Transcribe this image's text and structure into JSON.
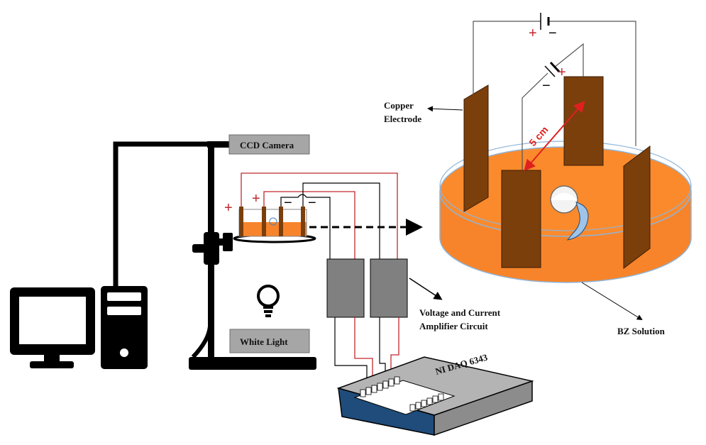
{
  "labels": {
    "ccd_camera": "CCD Camera",
    "white_light": "White Light",
    "amplifier_line1": "Voltage and Current",
    "amplifier_line2": "Amplifier  Circuit",
    "daq": "NI DAQ 6343",
    "copper_line1": "Copper",
    "copper_line2": "Electrode",
    "bz_solution": "BZ Solution",
    "distance": "5 cm"
  },
  "signs": {
    "plus": "+",
    "minus": "−"
  },
  "colors": {
    "bz_orange": "#f7842a",
    "copper_brown": "#7b3f0c",
    "wire_red": "#c0282c",
    "label_box_gray": "#a6a6a6",
    "amplifier_gray": "#808080",
    "dish_rim": "#8fb4d8"
  },
  "icons": [
    "computer-monitor-icon",
    "computer-tower-icon",
    "light-bulb-icon",
    "camera-stand-icon"
  ]
}
